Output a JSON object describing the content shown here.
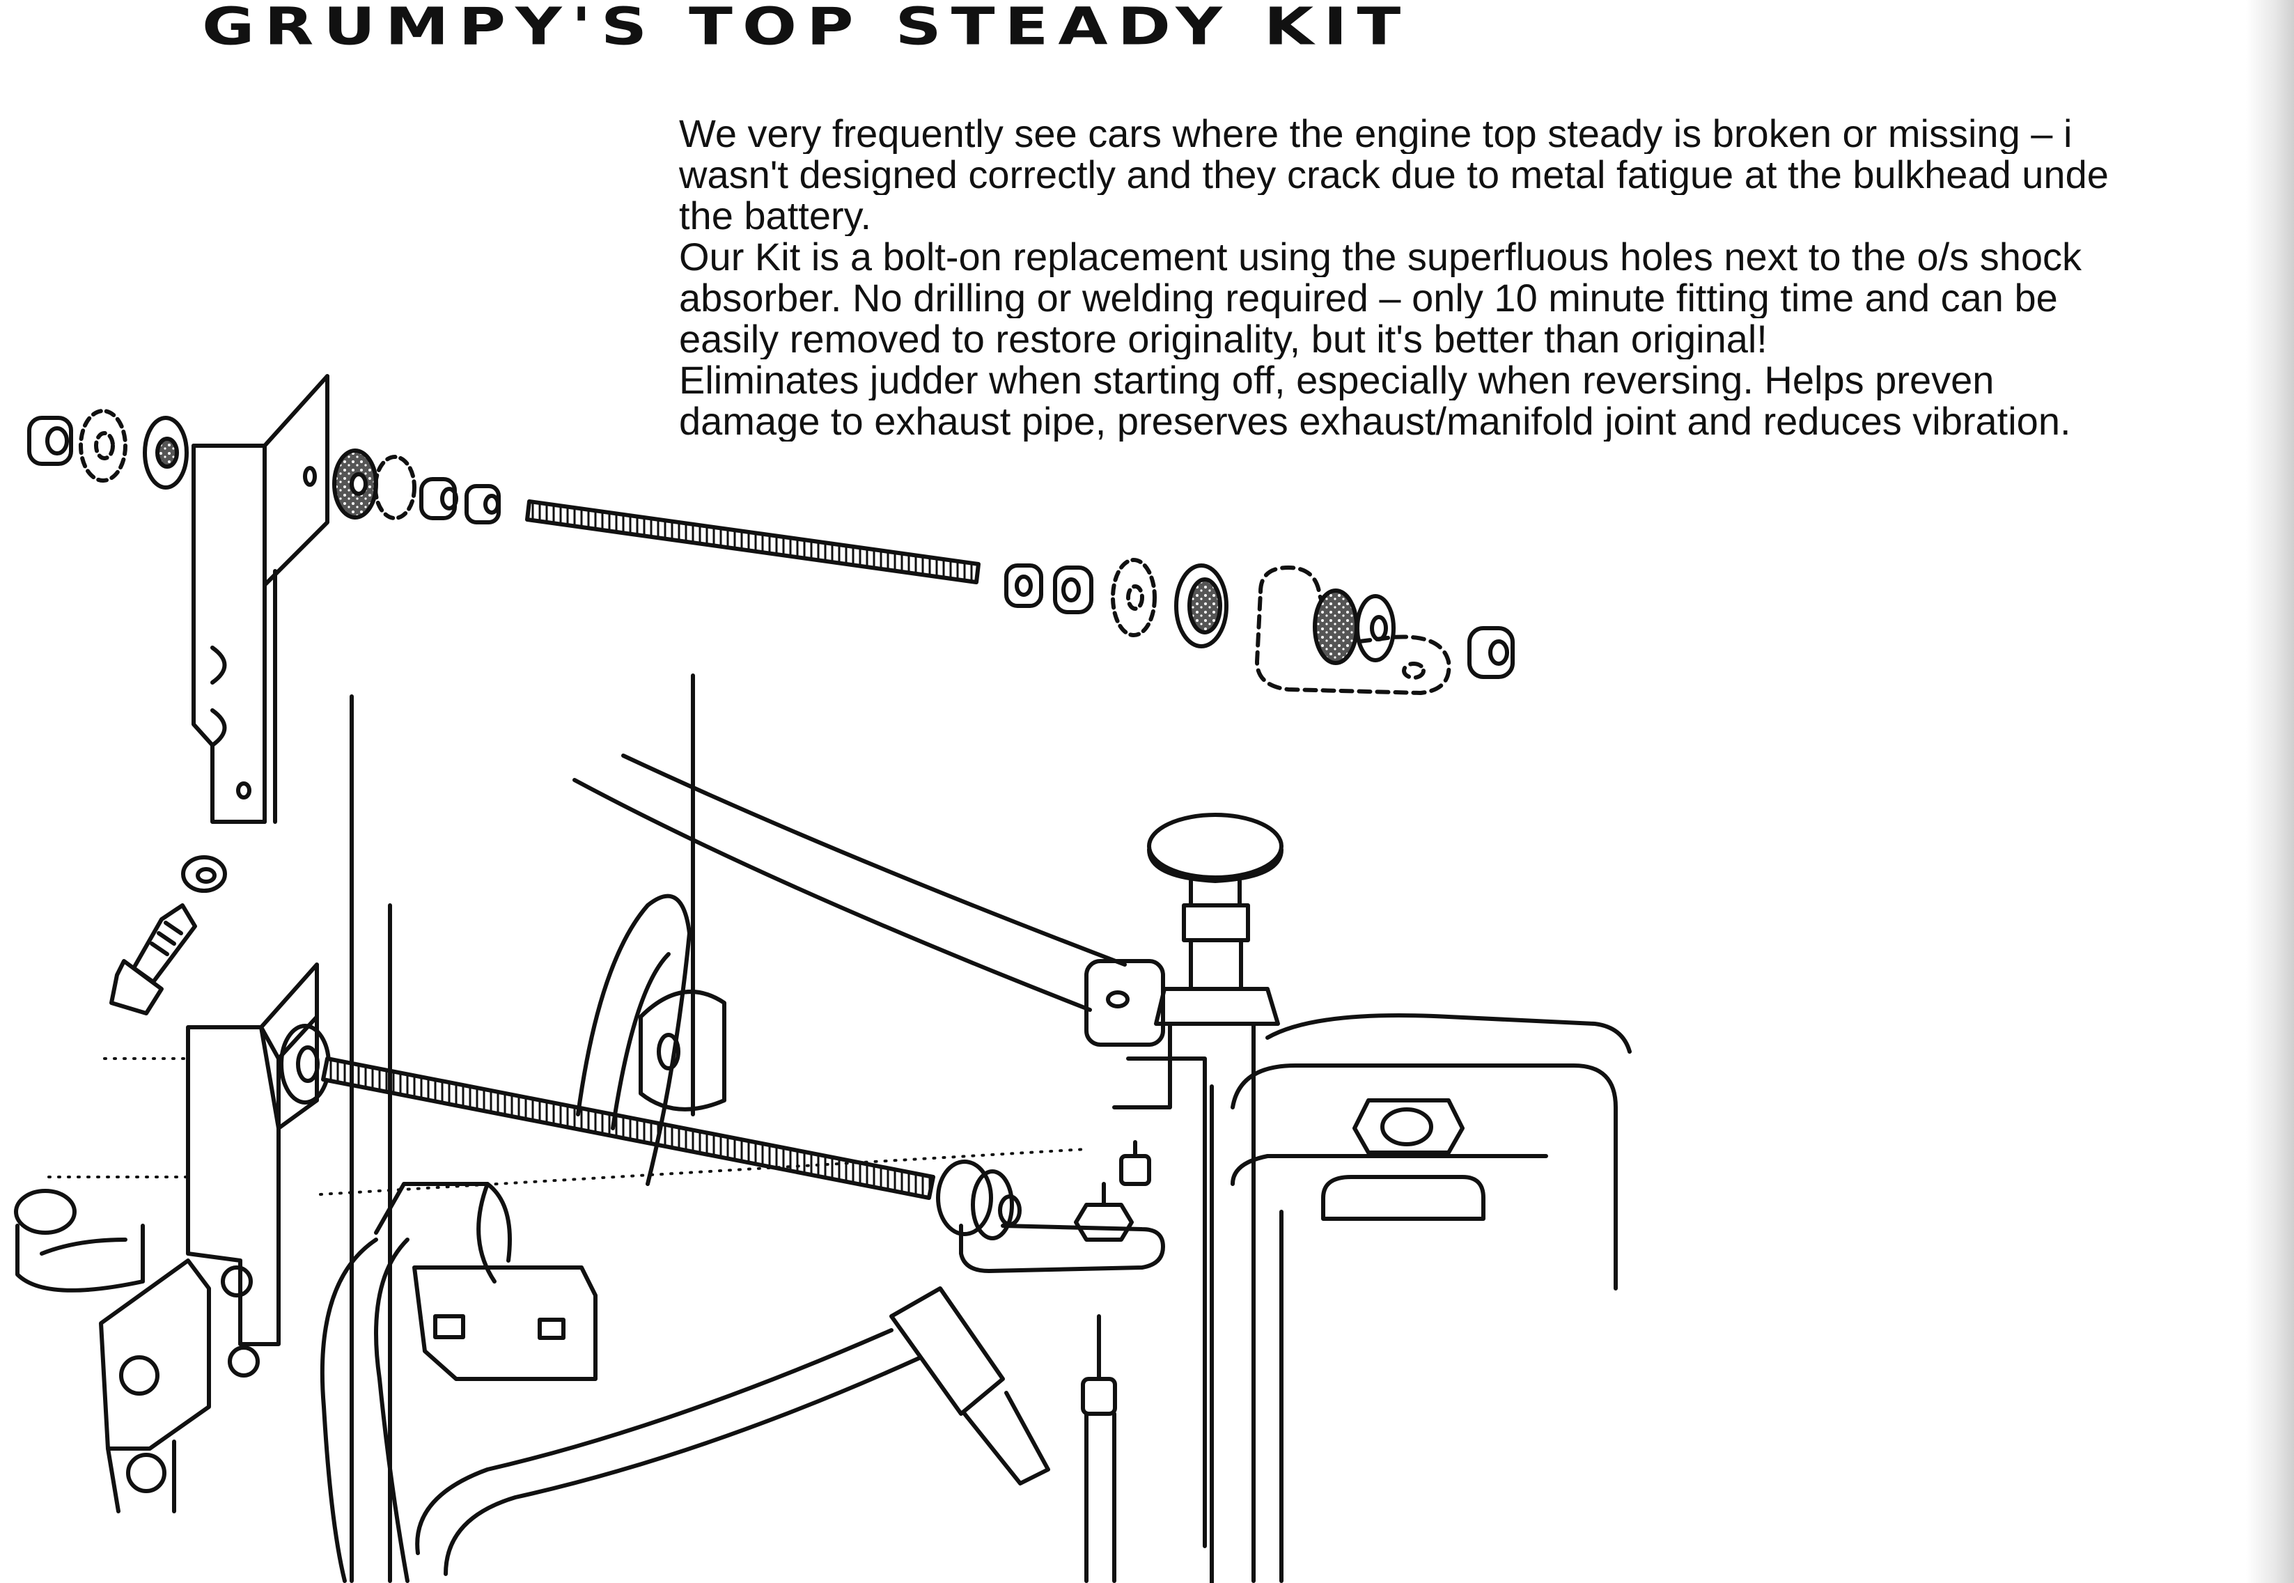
{
  "title": "GRUMPY'S TOP STEADY KIT",
  "paragraphs": [
    {
      "lines": [
        "We very frequently see cars where the engine top steady is broken or missing – i",
        "wasn't designed correctly and they crack due to metal fatigue at the bulkhead unde",
        "the battery."
      ]
    },
    {
      "lines": [
        "Our Kit is a bolt-on replacement using the superfluous holes next to the o/s shock",
        "absorber. No drilling or welding required – only 10 minute fitting time and can be",
        "easily removed to restore originality, but it's better than original!"
      ]
    },
    {
      "lines": [
        "Eliminates judder when starting off, especially when reversing. Helps preven",
        "damage to exhaust pipe, preserves exhaust/manifold joint and reduces vibration."
      ]
    }
  ],
  "colors": {
    "ink": "#111111",
    "paper": "#ffffff"
  }
}
